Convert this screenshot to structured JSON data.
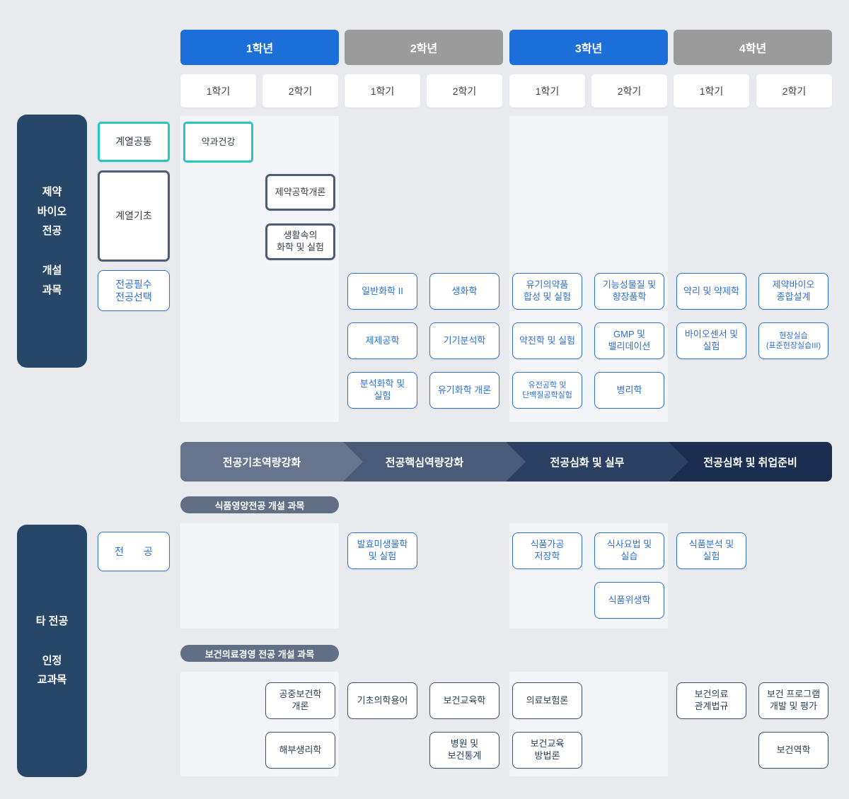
{
  "colors": {
    "page_bg": "#e8eaee",
    "panel_bg": "#f3f4f8",
    "sidebar_navy": "#274768",
    "year_blue": "#1c6fd8",
    "year_gray": "#9b9b9b",
    "course_blue": "#2d6fd2",
    "course_teal": "#28c5c2",
    "course_slate": "#4e5d74",
    "roadmap_steps": [
      "#66748d",
      "#4a5b79",
      "#2b4062",
      "#1b2e4f"
    ],
    "pill_bg": "#606e86"
  },
  "sidebar": {
    "pharma_bio": "제약\n바이오\n전공\n\n개설\n과목",
    "other_major": "타 전공\n\n인정\n교과목"
  },
  "legend": {
    "common": "계열공통",
    "basic": "계열기초",
    "required_elective": "전공필수\n전공선택",
    "major": "전　　공"
  },
  "years": [
    {
      "label": "1학년"
    },
    {
      "label": "2학년"
    },
    {
      "label": "3학년"
    },
    {
      "label": "4학년"
    }
  ],
  "semesters": [
    "1학기",
    "2학기",
    "1학기",
    "2학기",
    "1학기",
    "2학기",
    "1학기",
    "2학기"
  ],
  "roadmap": [
    {
      "label": "전공기초역량강화"
    },
    {
      "label": "전공핵심역량강화"
    },
    {
      "label": "전공심화 및 실무"
    },
    {
      "label": "전공심화 및 취업준비"
    }
  ],
  "section_pills": {
    "food_nutrition": "식품영양전공 개설 과목",
    "health_care": "보건의료경영 전공 개설 과목"
  },
  "courses": [
    {
      "title": "약과건강"
    },
    {
      "title": "제약공학개론"
    },
    {
      "title": "생활속의\n화학 및 실험"
    },
    {
      "title": "일반화학 II"
    },
    {
      "title": "생화학"
    },
    {
      "title": "유기의약품\n합성 및 실험"
    },
    {
      "title": "기능성물질 및\n향장품학"
    },
    {
      "title": "약리 및 약제학"
    },
    {
      "title": "제약바이오\n종합설계"
    },
    {
      "title": "제제공학"
    },
    {
      "title": "기기분석학"
    },
    {
      "title": "약전학 및 실험"
    },
    {
      "title": "GMP 및\n밸리데이션"
    },
    {
      "title": "바이오센서 및\n실험"
    },
    {
      "title": "현장실습\n(표준현장실습III)"
    },
    {
      "title": "분석화학 및\n실험"
    },
    {
      "title": "유기화학 개론"
    },
    {
      "title": "유전공학 및\n단백질공학실험"
    },
    {
      "title": "병리학"
    },
    {
      "title": "발효미생물학\n및 실험"
    },
    {
      "title": "식품가공\n저장학"
    },
    {
      "title": "식사요법 및\n실습"
    },
    {
      "title": "식품분석 및\n실험"
    },
    {
      "title": "식품위생학"
    },
    {
      "title": "공중보건학\n개론"
    },
    {
      "title": "해부생리학"
    },
    {
      "title": "기초의학용어"
    },
    {
      "title": "보건교육학"
    },
    {
      "title": "병원 및\n보건통계"
    },
    {
      "title": "의료보험론"
    },
    {
      "title": "보건교육\n방법론"
    },
    {
      "title": "보건의료\n관계법규"
    },
    {
      "title": "보건 프로그램\n개발 및 평가"
    },
    {
      "title": "보건역학"
    }
  ]
}
